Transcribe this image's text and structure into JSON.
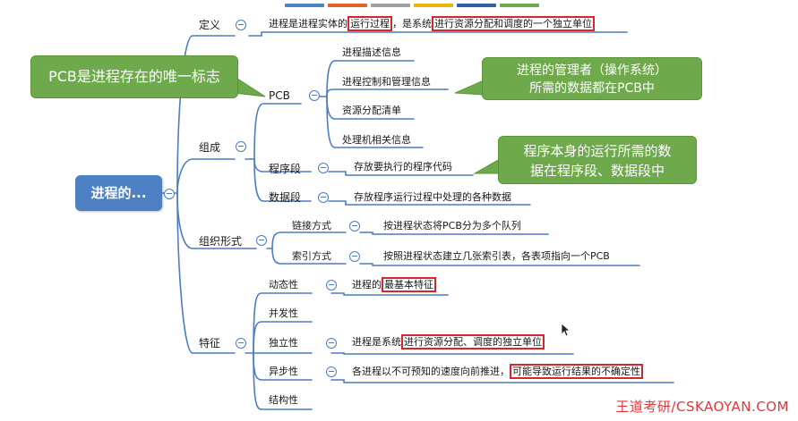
{
  "root": {
    "label": "进程的..."
  },
  "definition": {
    "label": "定义",
    "text_before": "进程是进程实体的",
    "text_hl1": "运行过程",
    "text_mid": "，是系统",
    "text_hl2": "进行资源分配和调度的一个独立单位"
  },
  "composition": {
    "label": "组成",
    "pcb": {
      "label": "PCB",
      "items": [
        "进程描述信息",
        "进程控制和管理信息",
        "资源分配清单",
        "处理机相关信息"
      ]
    },
    "program": {
      "label": "程序段",
      "desc": "存放要执行的程序代码"
    },
    "data": {
      "label": "数据段",
      "desc": "存放程序运行过程中处理的各种数据"
    }
  },
  "organization": {
    "label": "组织形式",
    "link": {
      "label": "链接方式",
      "desc": "按进程状态将PCB分为多个队列"
    },
    "index": {
      "label": "索引方式",
      "desc": "按照进程状态建立几张索引表，各表项指向一个PCB"
    }
  },
  "features": {
    "label": "特征",
    "dynamic": {
      "label": "动态性",
      "before": "进程的",
      "hl": "最基本特征"
    },
    "concurrent": {
      "label": "并发性"
    },
    "independent": {
      "label": "独立性",
      "before": "进程是系统",
      "hl": "进行资源分配、调度的独立单位"
    },
    "async": {
      "label": "异步性",
      "before": "各进程以不可预知的速度向前推进，",
      "hl": "可能导致运行结果的不确定性"
    },
    "structure": {
      "label": "结构性"
    }
  },
  "callouts": {
    "pcb_unique": "PCB是进程存在的唯一标志",
    "manager": [
      "进程的管理者（操作系统）",
      "所需的数据都在PCB中"
    ],
    "program_data": [
      "程序本身的运行所需的数",
      "据在程序段、数据段中"
    ]
  },
  "watermark": "王道考研/CSKAOYAN.COM",
  "colors": {
    "root": "#4e80c4",
    "line": "#4d7cc0",
    "highlight": "#d8242d",
    "callout": "#6ea94b",
    "watermark": "#e0383b",
    "bar": [
      "#4e80c4",
      "#e0642a",
      "#a0a0a0",
      "#f0b400",
      "#2f5fa8",
      "#6ea94b"
    ]
  }
}
